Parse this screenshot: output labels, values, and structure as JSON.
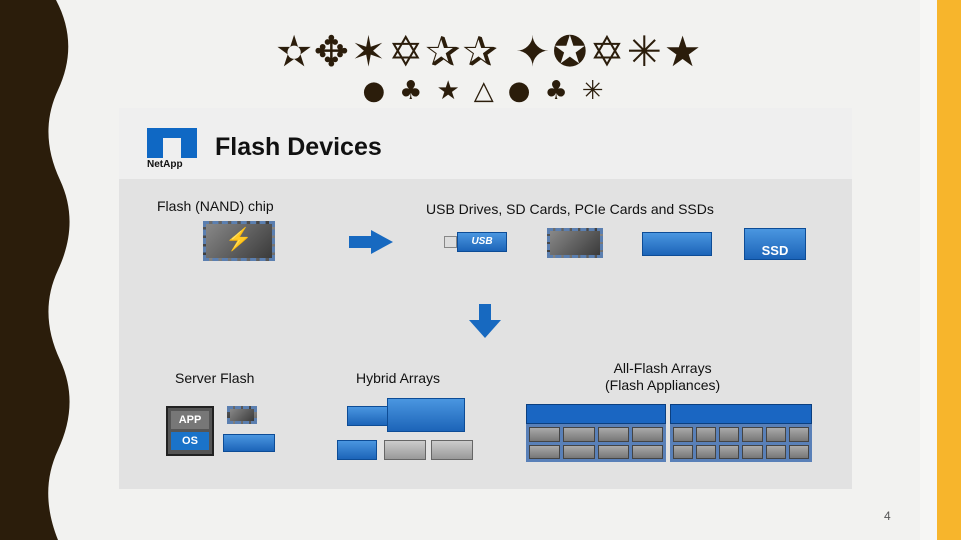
{
  "slide": {
    "title_line1": "✫✥✶✡✰✰ ✦✪✡✳★",
    "title_line2": "●♣★△●♣✳",
    "page_number": "4"
  },
  "image": {
    "logo_text": "NetApp",
    "header_title": "Flash Devices",
    "nand_label": "Flash (NAND) chip",
    "devices_label": "USB Drives, SD Cards, PCIe Cards and SSDs",
    "usb_text": "USB",
    "ssd_text": "SSD",
    "server_flash_label": "Server Flash",
    "app_text": "APP",
    "os_text": "OS",
    "hybrid_label": "Hybrid Arrays",
    "allflash_label_1": "All-Flash Arrays",
    "allflash_label_2": "(Flash Appliances)"
  },
  "colors": {
    "accent_yellow": "#f7b52c",
    "border_brown": "#2b1d0b",
    "netapp_blue": "#0f68c4"
  }
}
